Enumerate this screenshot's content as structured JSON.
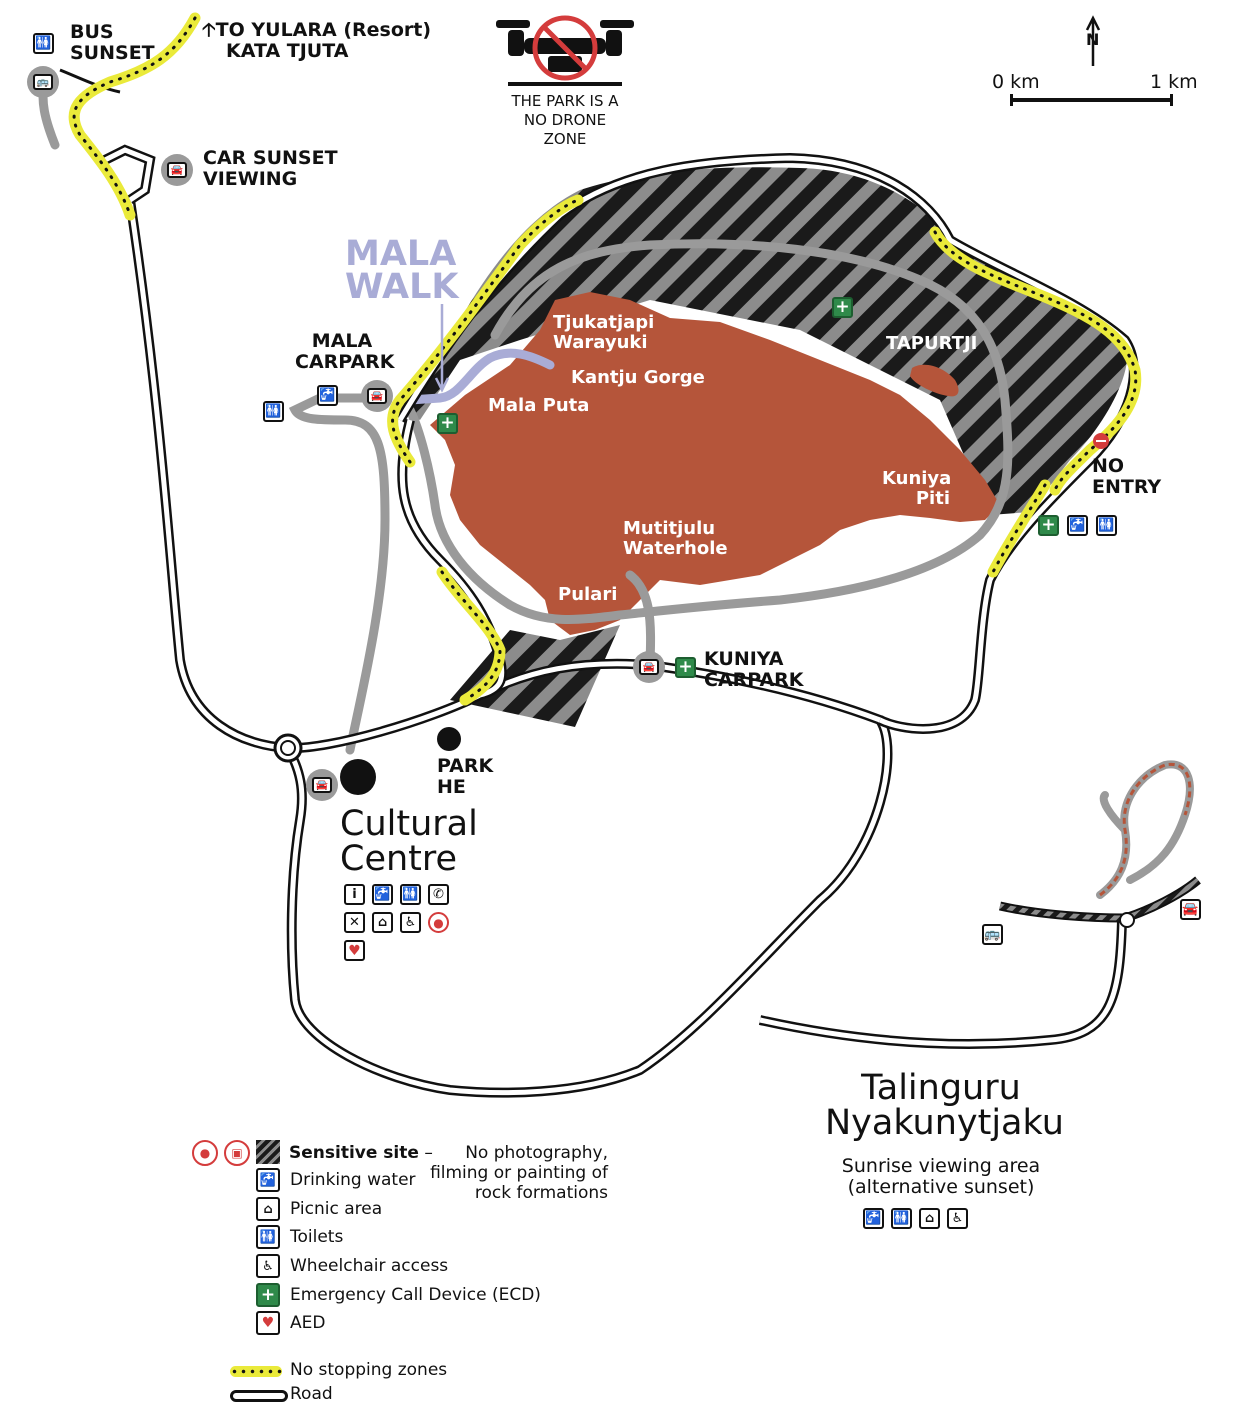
{
  "labels": {
    "bus_sunset": [
      "BUS",
      "SUNSET"
    ],
    "to_yulara": [
      "TO YULARA (Resort)",
      "KATA TJUTA"
    ],
    "drone": [
      "THE PARK IS A",
      "NO DRONE",
      "ZONE"
    ],
    "car_sunset": [
      "CAR SUNSET",
      "VIEWING"
    ],
    "mala_walk": [
      "MALA",
      "WALK"
    ],
    "mala_carpark": [
      "MALA",
      "CARPARK"
    ],
    "tjukatjapi": [
      "Tjukatjapi",
      "Warayuki"
    ],
    "kantju": "Kantju Gorge",
    "mala_puta": "Mala Puta",
    "tapurtji": "TAPURTJI",
    "kuniya_piti": [
      "Kuniya",
      "Piti"
    ],
    "mutitjulu": [
      "Mutitjulu",
      "Waterhole"
    ],
    "pulari": "Pulari",
    "kuniya_carpark": [
      "KUNIYA",
      "CARPARK"
    ],
    "no_entry": [
      "NO",
      "ENTRY"
    ],
    "park_he": [
      "PARK",
      "HE"
    ],
    "cultural_centre": [
      "Cultural",
      "Centre"
    ],
    "talinguru": [
      "Talinguru",
      "Nyakunytjaku"
    ],
    "sunrise": [
      "Sunrise viewing area",
      "(alternative sunset)"
    ]
  },
  "scale": {
    "zero": "0 km",
    "one": "1 km",
    "north": "N"
  },
  "legend": {
    "sensitive_title": "Sensitive site",
    "sensitive_sep": " –",
    "sensitive_desc": "No photography, filming or painting of rock formations",
    "drinking_water": "Drinking water",
    "picnic_area": "Picnic area",
    "toilets": "Toilets",
    "wheelchair": "Wheelchair access",
    "ecd": "Emergency Call Device (ECD)",
    "aed": "AED",
    "no_stopping": "No stopping zones",
    "road": "Road"
  },
  "icons": {
    "toilets": "toilets-icon",
    "drinking_water": "drinking-water-icon",
    "car": "car-icon",
    "bus": "bus-icon",
    "ecd": "emergency-call-icon",
    "info": "info-icon",
    "phone": "phone-icon",
    "food": "food-icon",
    "picnic": "picnic-icon",
    "wheelchair": "wheelchair-icon",
    "no_camera": "no-camera-icon",
    "aed": "aed-icon",
    "no_entry": "no-entry-icon",
    "no_drone": "no-drone-icon"
  },
  "colors": {
    "rock": "#b5553a",
    "walk_track": "#9a9a9a",
    "mala_walk": "#a9acd6",
    "no_stopping": "#eaea3a",
    "ecd_green": "#2f8a4a",
    "no_sign_red": "#d43c3c",
    "hatch_dark": "#1a1a1a",
    "hatch_light": "#8c8c8c"
  }
}
